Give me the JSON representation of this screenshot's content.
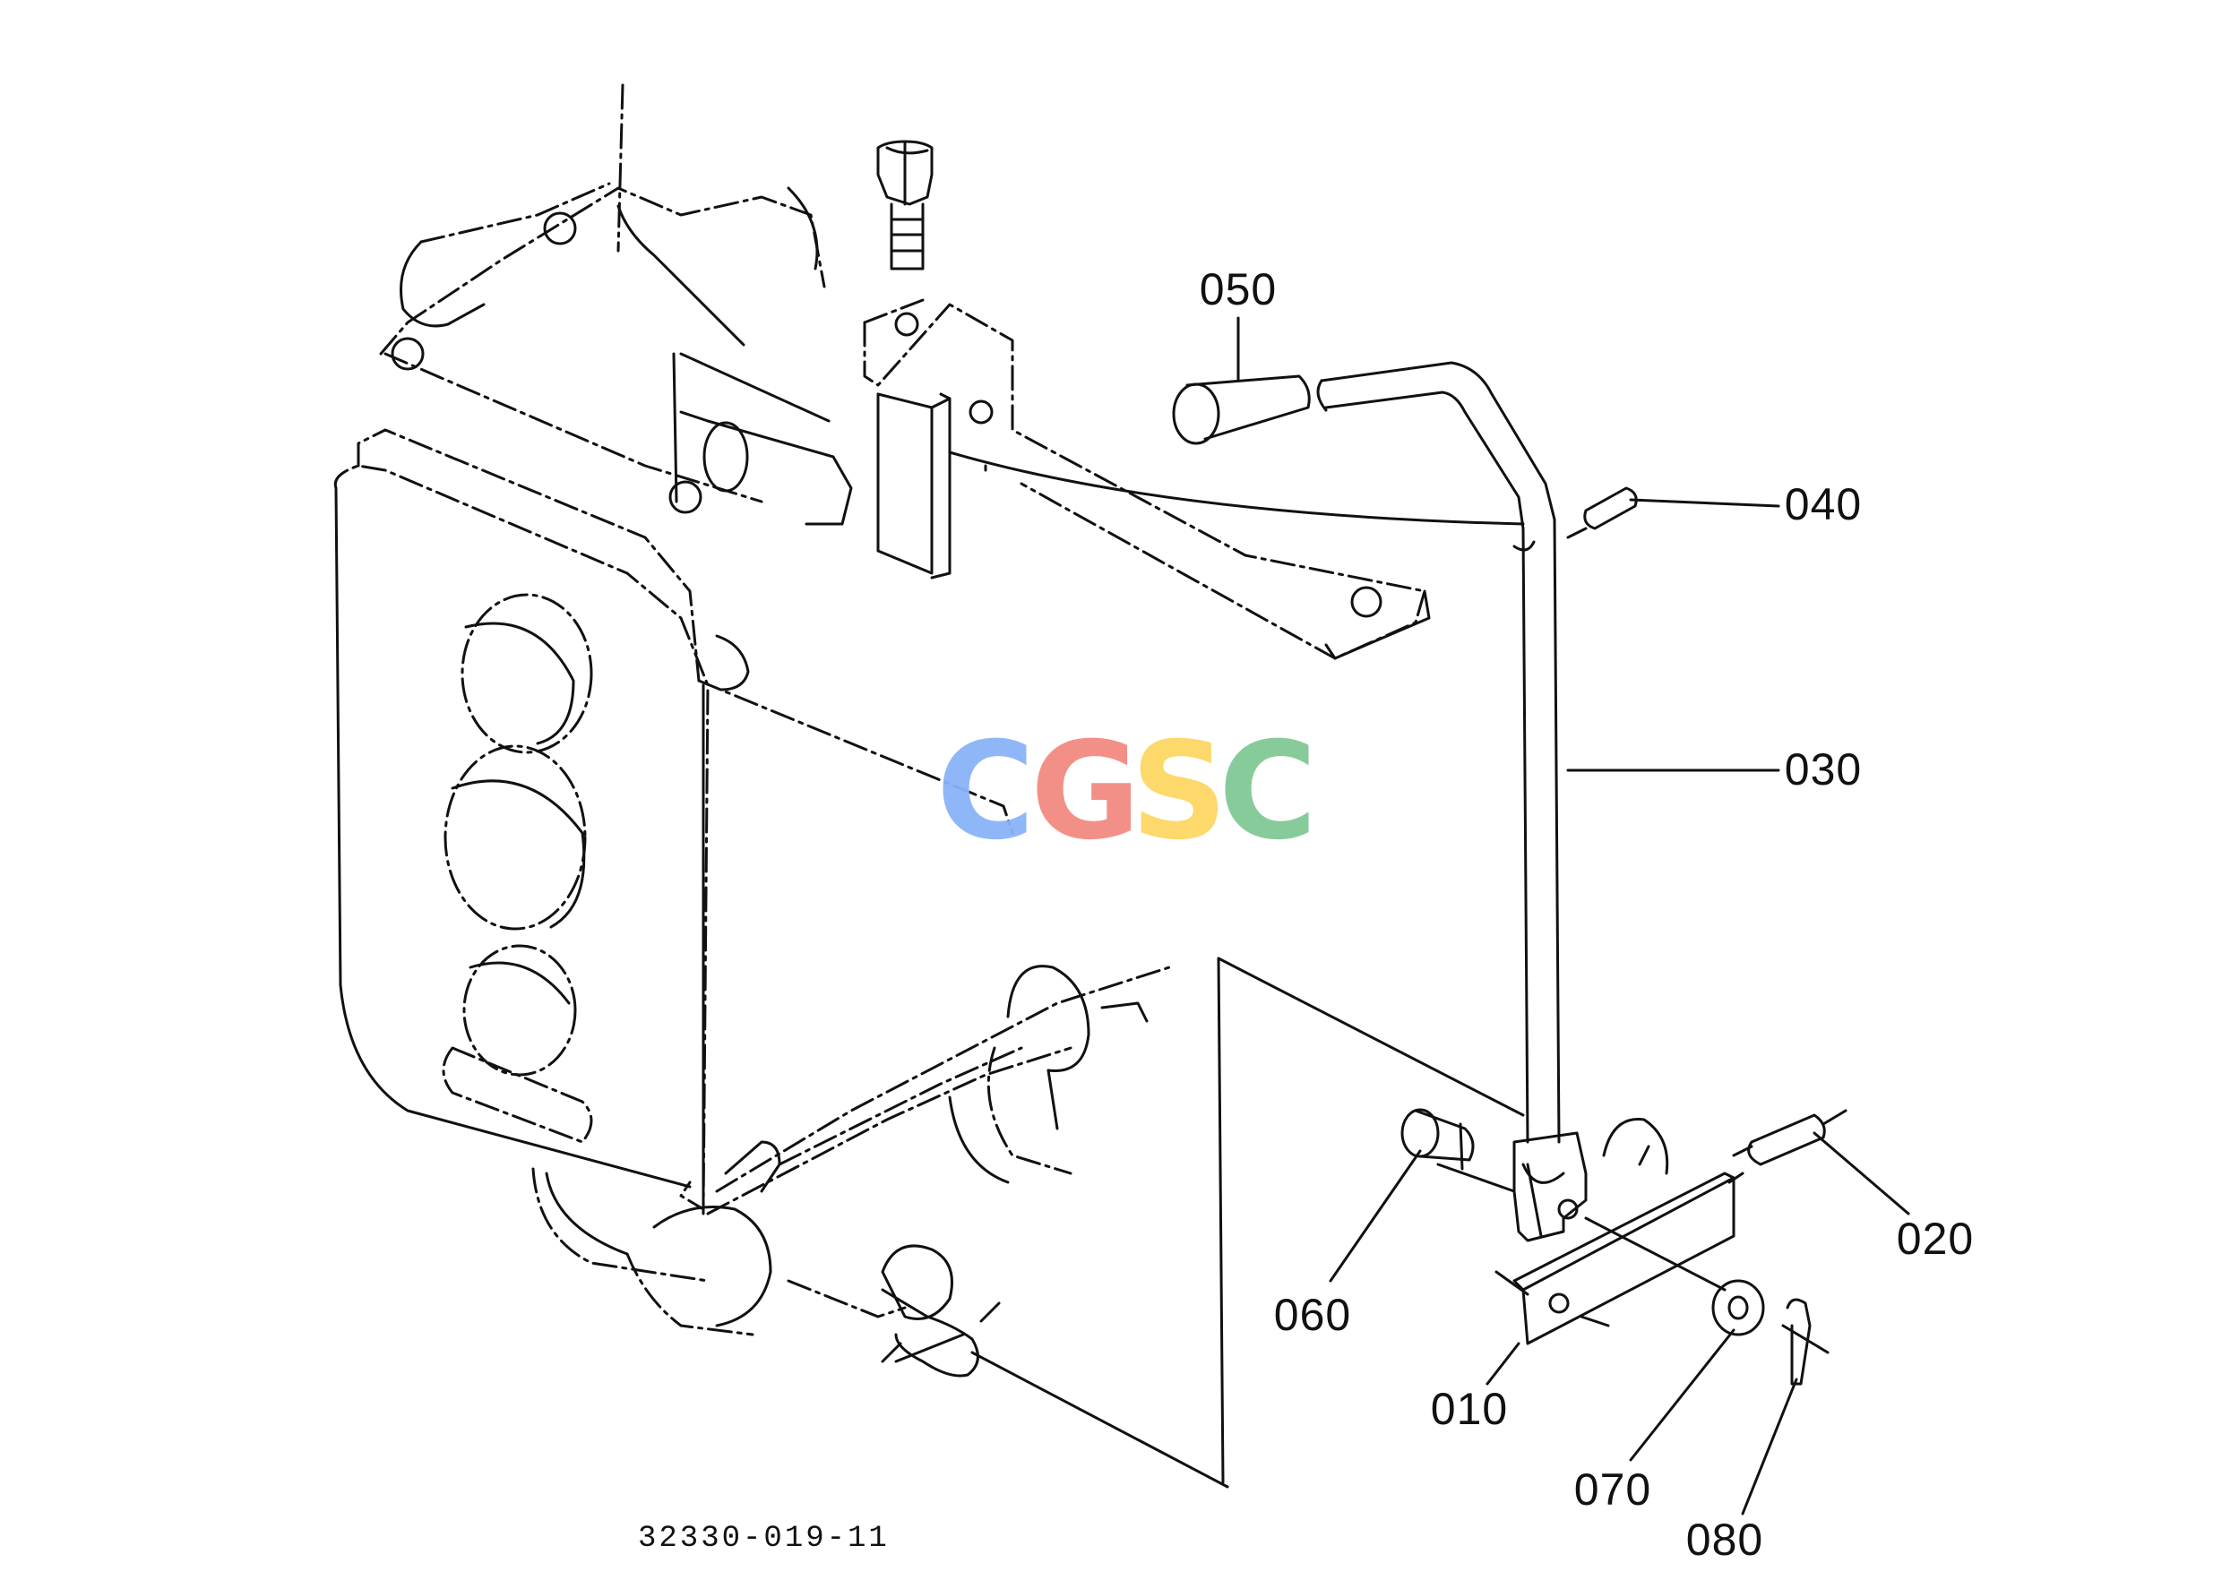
{
  "parts": [
    {
      "key": "p050",
      "label": "050"
    },
    {
      "key": "p040",
      "label": "040"
    },
    {
      "key": "p030",
      "label": "030"
    },
    {
      "key": "p020",
      "label": "020"
    },
    {
      "key": "p060",
      "label": "060"
    },
    {
      "key": "p010",
      "label": "010"
    },
    {
      "key": "p070",
      "label": "070"
    },
    {
      "key": "p080",
      "label": "080"
    }
  ],
  "drawing_code": "32330-019-11",
  "watermark": {
    "letters": [
      "C",
      "G",
      "S",
      "C"
    ],
    "colors": [
      "#8ab4f8",
      "#f28b82",
      "#fdd663",
      "#81c995"
    ]
  }
}
